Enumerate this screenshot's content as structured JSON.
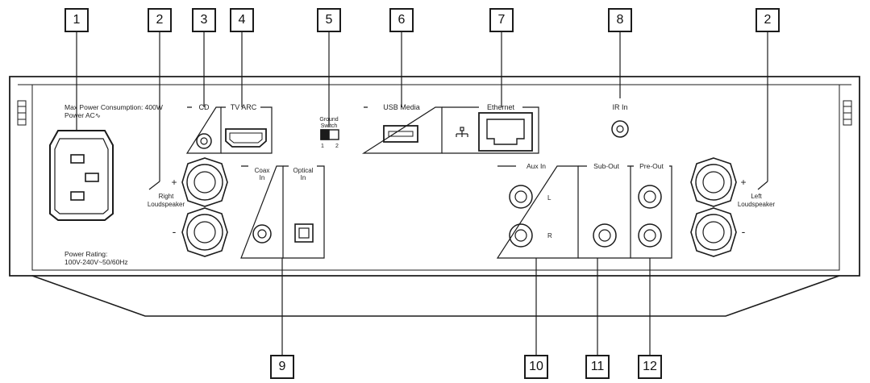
{
  "callouts": {
    "c1": "1",
    "c2a": "2",
    "c3": "3",
    "c4": "4",
    "c5": "5",
    "c6": "6",
    "c7": "7",
    "c8": "8",
    "c2b": "2",
    "c9": "9",
    "c10": "10",
    "c11": "11",
    "c12": "12"
  },
  "panel": {
    "power_consumption": "Max Power Consumption: 400W",
    "power_ac": "Power AC∿",
    "power_rating_title": "Power Rating:",
    "power_rating_value": "100V-240V~50/60Hz",
    "cd": "CD",
    "tv_arc": "TV ARC",
    "ground_line1": "Ground",
    "ground_line2": "Switch",
    "ground_pos1": "1",
    "ground_pos2": "2",
    "usb_media": "USB Media",
    "ethernet": "Ethernet",
    "ir_in": "IR In",
    "coax_line1": "Coax",
    "coax_line2": "In",
    "optical_line1": "Optical",
    "optical_line2": "In",
    "aux_in": "Aux In",
    "aux_l": "L",
    "aux_r": "R",
    "sub_out": "Sub-Out",
    "pre_out": "Pre-Out",
    "right_speaker_line1": "Right",
    "right_speaker_line2": "Loudspeaker",
    "left_speaker_line1": "Left",
    "left_speaker_line2": "Loudspeaker",
    "plus": "+",
    "minus": "-"
  },
  "colors": {
    "line": "#1b1b1b",
    "panel_fill": "#ffffff"
  }
}
